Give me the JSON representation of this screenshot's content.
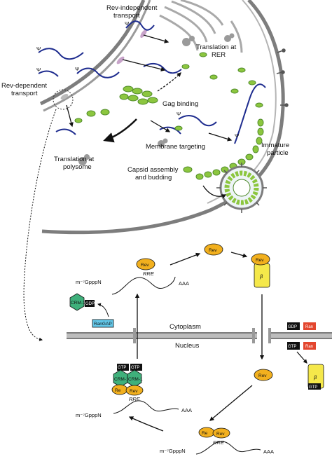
{
  "colors": {
    "membrane": "#7d7d7d",
    "rna": "#1f2d8f",
    "capsid": "#8cc63f",
    "capsid_dark": "#4f8a2a",
    "rev": "#f2b01e",
    "exportin_b": "#f5e84a",
    "crm1": "#3fb07b",
    "gdp_box": "#111111",
    "ran_box": "#e3462e",
    "rangap_box": "#63c7e8"
  },
  "top_panel": {
    "labels": {
      "rev_independent": [
        "Rev-independent",
        "transport"
      ],
      "rev_dependent": [
        "Rev-dependent",
        "transport"
      ],
      "translation_rer": [
        "Translation at",
        "RER"
      ],
      "gag_binding": "Gag binding",
      "translation_polysome": [
        "Translation at",
        "polysome"
      ],
      "membrane_targeting": "Membrane targeting",
      "immature_particle": [
        "Immature",
        "particle"
      ],
      "capsid_assembly": [
        "Capsid assembly",
        "and budding"
      ]
    }
  },
  "bottom_panel": {
    "cytoplasm": "Cytoplasm",
    "nucleus": "Nucleus",
    "cap": "m⁻⁷GpppN",
    "tail": "AAA",
    "rre": "RRE",
    "rev": "Rev",
    "re": "Re",
    "beta": "β",
    "crm1": "CRM-1",
    "gdp": "GDP",
    "gtp": "GTP",
    "ran": "Ran",
    "rangap": "RanGAP"
  },
  "icons": {
    "psi": "Ψ"
  }
}
